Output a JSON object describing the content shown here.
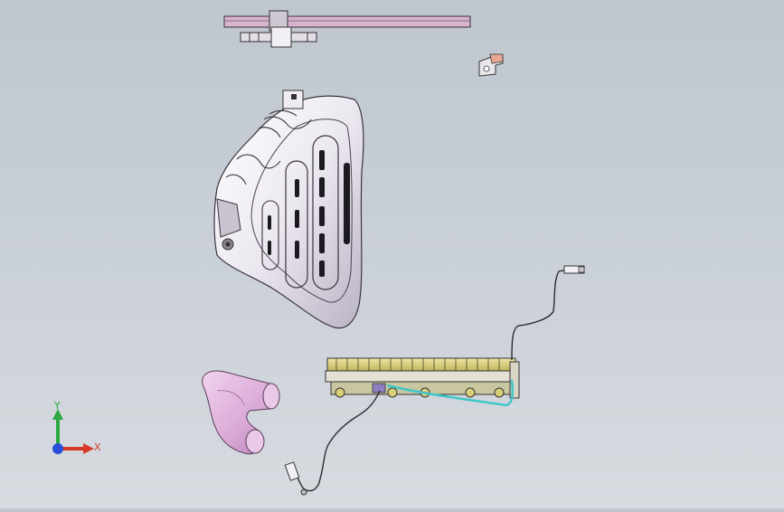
{
  "viewport": {
    "background_top": "#bfc6ce",
    "background_bottom": "#d6dbe0"
  },
  "model_colors": {
    "bracket_pink": "#d8b3cf",
    "housing_white": "#ece8f0",
    "housing_edge": "#3a3440",
    "slot_dark": "#1c1a20",
    "hose_pink": "#d9a7d6",
    "radiator_gold": "#d9cf7a",
    "radiator_base": "#c9c7a0",
    "cyan_pipe": "#3ec6c9",
    "small_clip": "#e9a893"
  },
  "components": [
    "top-bracket-rail",
    "small-clip-bracket",
    "air-intake-housing",
    "bent-hose",
    "radiator-fan-assembly",
    "wire-harness-line"
  ],
  "triad": {
    "x_label": "X",
    "y_label": "Y",
    "x_color": "#d83a2a",
    "y_color": "#2ca843",
    "z_color": "#2a4fd8"
  }
}
